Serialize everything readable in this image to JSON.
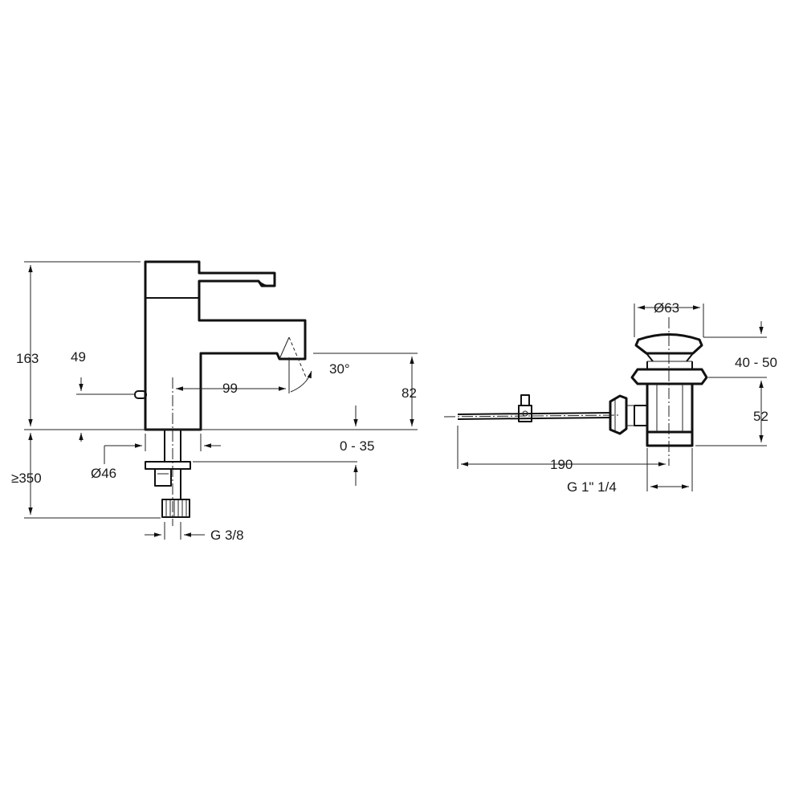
{
  "faucet": {
    "dims": {
      "height_total": "163",
      "lever_height": "49",
      "spout_reach": "99",
      "spout_angle": "30°",
      "spout_height": "82",
      "deck_thickness": "0 - 35",
      "base_diameter": "Ø46",
      "hose_length": "≥350",
      "connection": "G 3/8"
    }
  },
  "drain": {
    "dims": {
      "cap_diameter": "Ø63",
      "cap_height": "40 - 50",
      "body_height": "52",
      "rod_length": "190",
      "thread": "G 1\" 1/4"
    }
  }
}
